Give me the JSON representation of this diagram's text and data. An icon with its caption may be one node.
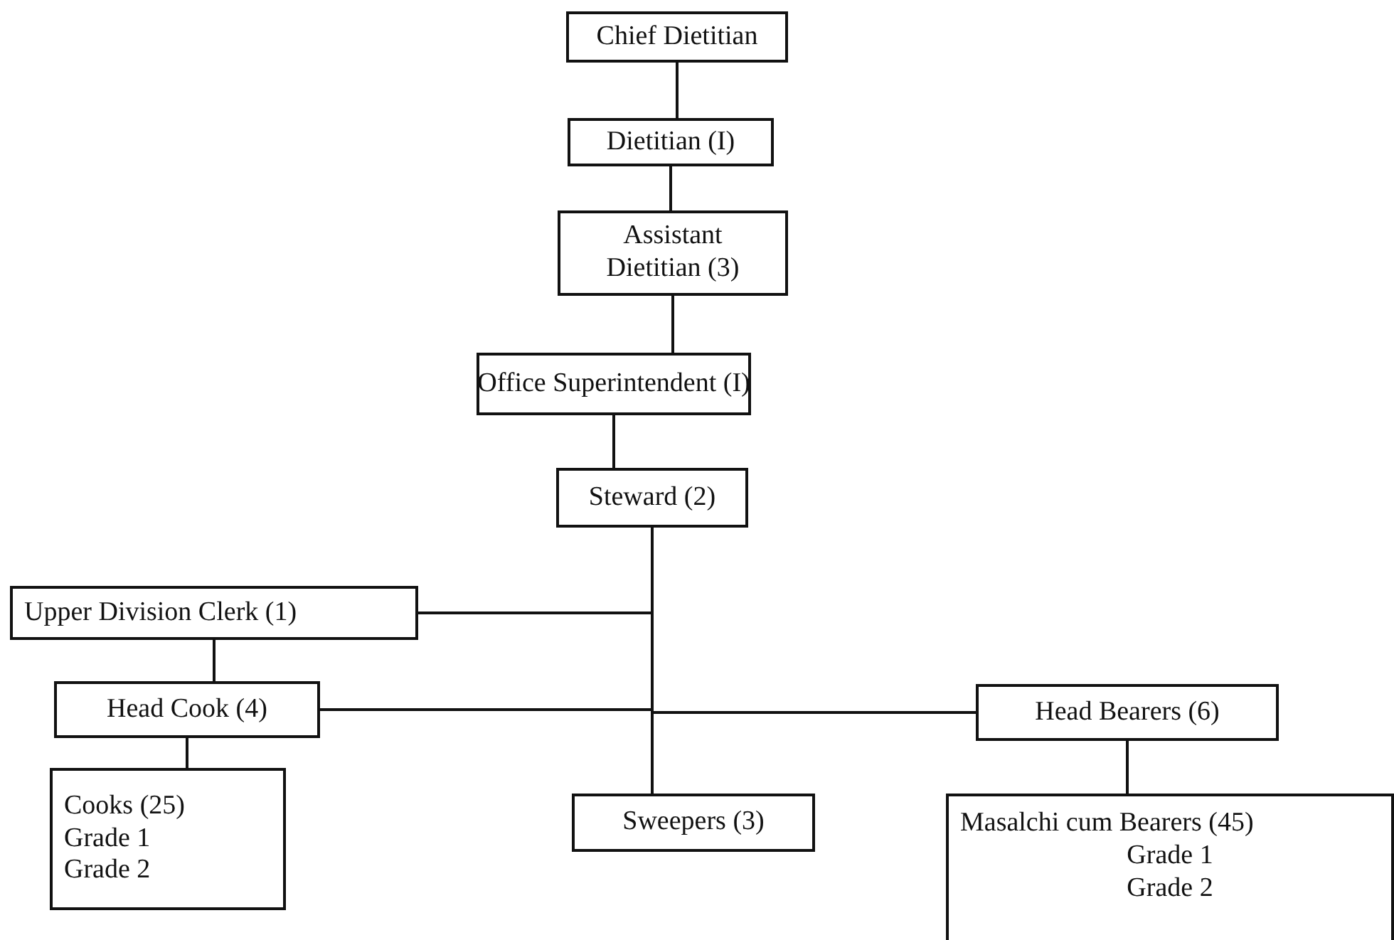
{
  "diagram": {
    "nodes": [
      {
        "text": [
          "Chief Dietitian"
        ]
      },
      {
        "text": [
          "Dietitian (I)"
        ]
      },
      {
        "text": [
          "Assistant Dietitian (3)"
        ]
      },
      {
        "text": [
          "Office Superintendent (I)"
        ]
      },
      {
        "text": [
          "Steward (2)"
        ]
      },
      {
        "text": [
          "Upper Division Clerk (1)"
        ]
      },
      {
        "text": [
          "Head Cook (4)"
        ]
      },
      {
        "text": [
          "Head Bearers (6)"
        ]
      },
      {
        "text": [
          "Cooks (25)",
          "Grade 1",
          "Grade 2"
        ]
      },
      {
        "text": [
          "Sweepers (3)"
        ]
      },
      {
        "text": [
          "Masalchi cum Bearers (45)",
          "Grade 1",
          "Grade 2"
        ]
      }
    ],
    "edges": [
      {
        "from": 0,
        "to": 1,
        "arrow": "none"
      },
      {
        "from": 1,
        "to": 2,
        "arrow": "none"
      },
      {
        "from": 2,
        "to": 3,
        "arrow": "none"
      },
      {
        "from": 3,
        "to": 4,
        "arrow": "none"
      },
      {
        "from": 4,
        "to": 5,
        "arrow": "none"
      },
      {
        "from": 4,
        "to": 6,
        "arrow": "none"
      },
      {
        "from": 4,
        "to": 7,
        "arrow": "none"
      },
      {
        "from": 4,
        "to": 9,
        "arrow": "none"
      },
      {
        "from": 5,
        "to": 6,
        "arrow": "none"
      },
      {
        "from": 6,
        "to": 8,
        "arrow": "none"
      },
      {
        "from": 7,
        "to": 10,
        "arrow": "none"
      }
    ]
  }
}
